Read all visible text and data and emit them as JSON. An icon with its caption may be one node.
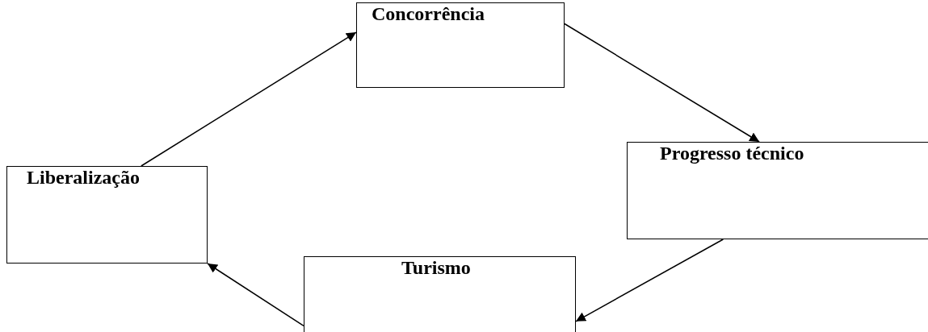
{
  "diagram": {
    "nodes": [
      {
        "text": [
          "Concorrência"
        ]
      },
      {
        "text": [
          "Progresso técnico"
        ]
      },
      {
        "text": [
          "Liberalização"
        ]
      },
      {
        "text": [
          "Turismo"
        ]
      }
    ],
    "edges": [
      {
        "from": 2,
        "to": 0,
        "arrow": "to"
      },
      {
        "from": 0,
        "to": 1,
        "arrow": "to"
      },
      {
        "from": 1,
        "to": 3,
        "arrow": "to"
      },
      {
        "from": 3,
        "to": 2,
        "arrow": "to"
      }
    ]
  }
}
